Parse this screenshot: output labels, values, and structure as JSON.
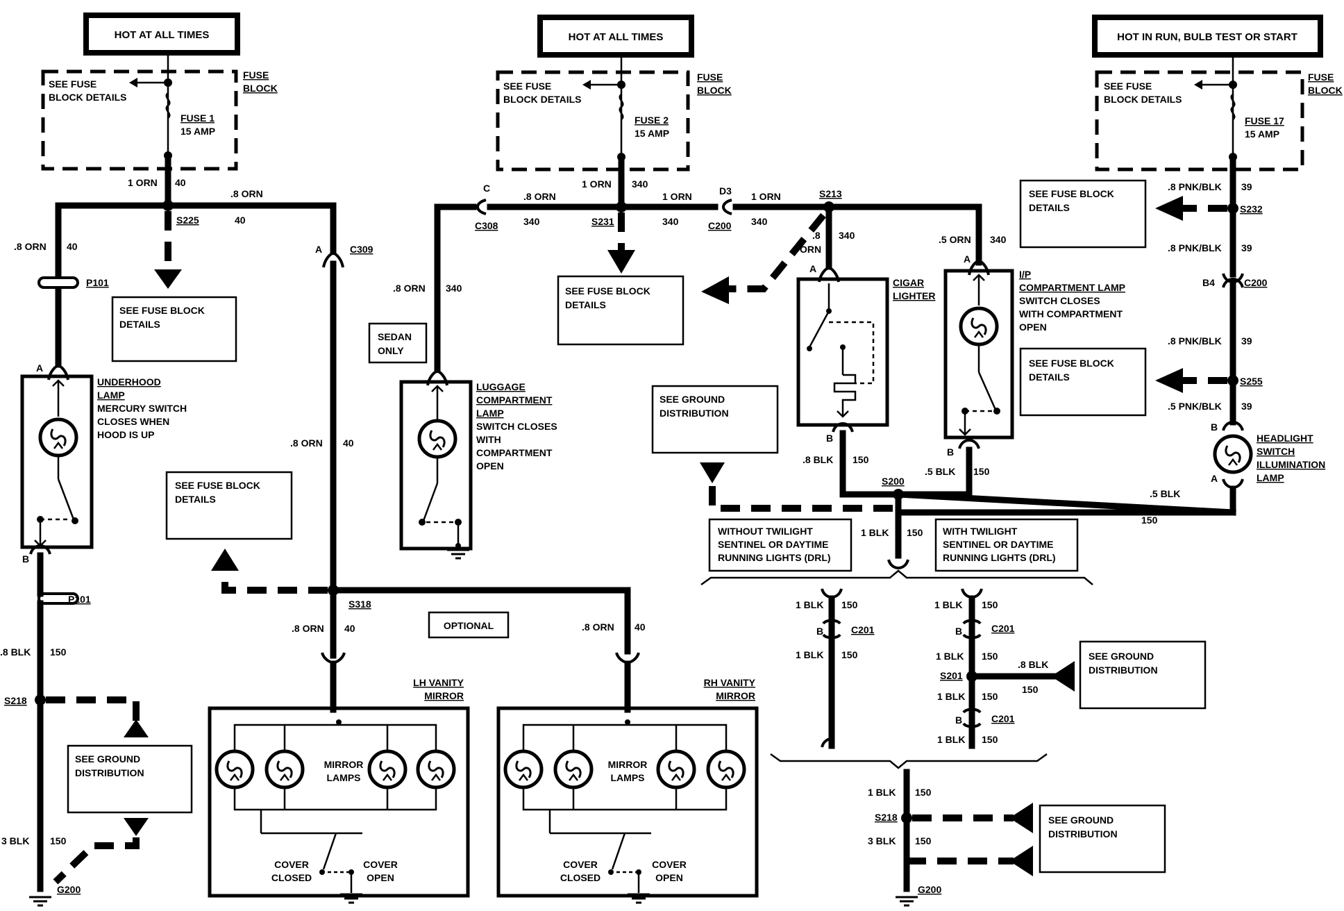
{
  "power": {
    "p1": "HOT AT ALL TIMES",
    "p2": "HOT AT ALL TIMES",
    "p3": "HOT IN RUN, BULB TEST OR START"
  },
  "fuse_block": {
    "label_a": "FUSE",
    "label_b": "BLOCK",
    "see_a": "SEE FUSE",
    "see_b": "BLOCK DETAILS",
    "f1_name": "FUSE 1",
    "f1_amp": "15 AMP",
    "f2_name": "FUSE 2",
    "f2_amp": "15 AMP",
    "f17_name": "FUSE 17",
    "f17_amp": "15 AMP"
  },
  "refs": {
    "fuse_a": "SEE FUSE BLOCK",
    "fuse_b": "DETAILS",
    "ground_a": "SEE GROUND",
    "ground_b": "DISTRIBUTION"
  },
  "wires": {
    "orn1": "1 ORN",
    "orn8": ".8 ORN",
    "orn8b": ".8",
    "orn": "ORN",
    "orn5": ".5 ORN",
    "c40": "40",
    "c340": "340",
    "c39": "39",
    "c150": "150",
    "pnk8": ".8 PNK/BLK",
    "pnk5": ".5 PNK/BLK",
    "blk8": ".8 BLK",
    "blk5": ".5 BLK",
    "blk1": "1 BLK",
    "blk3": "3 BLK"
  },
  "splices": {
    "s225": "S225",
    "s231": "S231",
    "s213": "S213",
    "s232": "S232",
    "s255": "S255",
    "s318": "S318",
    "s218": "S218",
    "s200": "S200",
    "s201": "S201"
  },
  "connectors": {
    "p101": "P101",
    "c309": "C309",
    "c308": "C308",
    "c200": "C200",
    "c201": "C201",
    "g200": "G200",
    "A": "A",
    "B": "B",
    "C": "C",
    "D3": "D3",
    "B4": "B4"
  },
  "components": {
    "underhood": [
      "UNDERHOOD",
      "LAMP",
      "MERCURY SWITCH",
      "CLOSES WHEN",
      "HOOD IS UP"
    ],
    "luggage": [
      "LUGGAGE",
      "COMPARTMENT",
      "LAMP",
      "SWITCH CLOSES",
      "WITH",
      "COMPARTMENT",
      "OPEN"
    ],
    "cigar": [
      "CIGAR",
      "LIGHTER"
    ],
    "ip": [
      "I/P",
      "COMPARTMENT LAMP",
      "SWITCH CLOSES",
      "WITH COMPARTMENT",
      "OPEN"
    ],
    "headlight": [
      "HEADLIGHT",
      "SWITCH",
      "ILLUMINATION",
      "LAMP"
    ],
    "lh_mirror": [
      "LH VANITY",
      "MIRROR"
    ],
    "rh_mirror": [
      "RH VANITY",
      "MIRROR"
    ],
    "mirror_lamps": [
      "MIRROR",
      "LAMPS"
    ],
    "cover_closed": [
      "COVER",
      "CLOSED"
    ],
    "cover_open": [
      "COVER",
      "OPEN"
    ]
  },
  "notes": {
    "sedan": [
      "SEDAN",
      "ONLY"
    ],
    "optional": "OPTIONAL",
    "without_drl": [
      "WITHOUT TWILIGHT",
      "SENTINEL OR DAYTIME",
      "RUNNING LIGHTS (DRL)"
    ],
    "with_drl": [
      "WITH TWILIGHT",
      "SENTINEL OR DAYTIME",
      "RUNNING LIGHTS (DRL)"
    ]
  }
}
